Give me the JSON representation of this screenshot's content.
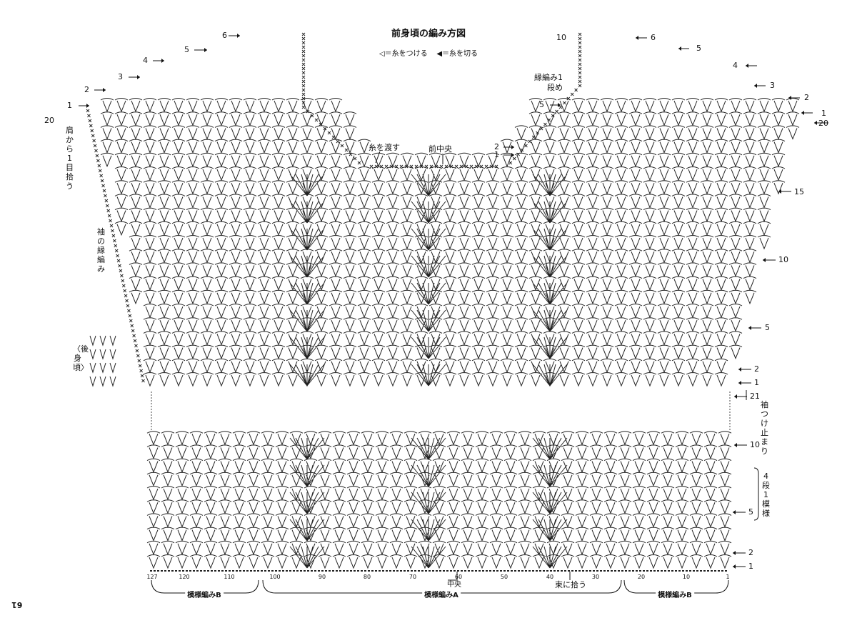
{
  "title": "前身頃の編み方図",
  "legend": {
    "attach_symbol": "◁",
    "attach_text": "＝糸をつける",
    "cut_symbol": "◀",
    "cut_text": "＝糸を切る"
  },
  "labels": {
    "thread_pass": "糸を渡す",
    "front_center": "前中央",
    "edge_first_row": "縁編み1段め",
    "shoulder_pickup": "肩から1目拾う",
    "sleeve_edge": "袖の縁編み",
    "back_body": "〈後身頃〉",
    "sleeve_stop": "袖つけ止まり",
    "four_row_pattern": "4段1模様",
    "bundle_pickup": "束に拾う",
    "center": "中央"
  },
  "left_shoulder_rows": [
    "1",
    "2",
    "3",
    "4",
    "5",
    "6"
  ],
  "left_row_20": "20",
  "right_shoulder_rows": [
    "1",
    "2",
    "3",
    "4",
    "5",
    "6"
  ],
  "right_row_10_top": "10",
  "right_edge_rows": [
    "1",
    "2"
  ],
  "right_row_20": "20",
  "right_yoke_rows": [
    "15",
    "10",
    "5",
    "2",
    "1"
  ],
  "right_row_21": "21",
  "right_lower_rows": [
    "10",
    "5",
    "2",
    "1"
  ],
  "bottom_ticks": [
    "127",
    "120",
    "110",
    "100",
    "90",
    "80",
    "70",
    "60",
    "50",
    "40",
    "30",
    "20",
    "10",
    "1"
  ],
  "bands": [
    "模様編みB",
    "模様編みA",
    "模様編みB"
  ],
  "page_number": "61"
}
